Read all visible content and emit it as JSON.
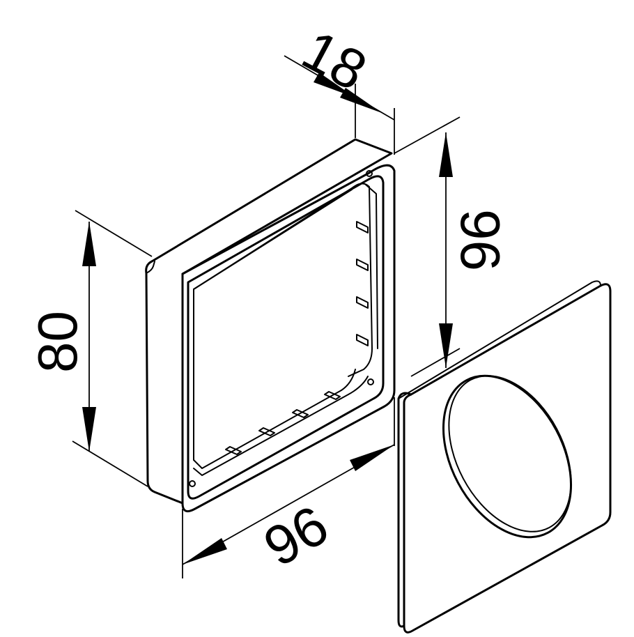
{
  "dimensions": {
    "depth_label": "18",
    "height_label": "80",
    "width_label": "96",
    "side_height_label": "96"
  },
  "colors": {
    "stroke": "#000000",
    "background": "#ffffff"
  }
}
